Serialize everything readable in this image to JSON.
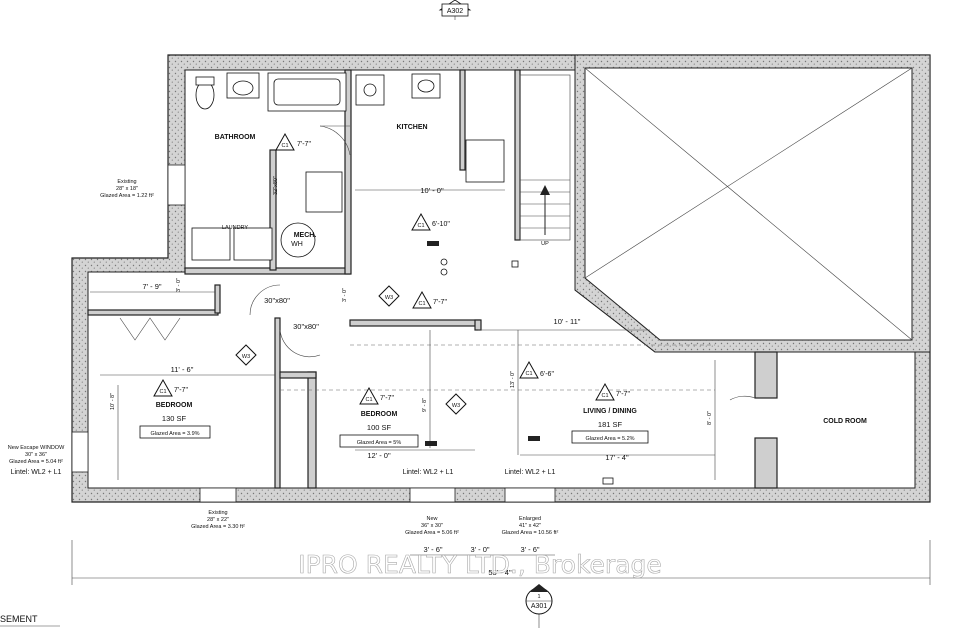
{
  "sheet": {
    "section_ref_top": "A302",
    "section_ref_bottom_num": "1",
    "section_ref_bottom_sheet": "A301",
    "view_label_partial": "SEMENT",
    "watermark": "IPRO REALTY LTD., Brokerage"
  },
  "rooms": {
    "bathroom": "BATHROOM",
    "kitchen": "KITCHEN",
    "laundry": "LAUNDRY",
    "mech": "MECH.",
    "wh": "WH",
    "bedroom1": "BEDROOM",
    "bedroom1_sf": "130 SF",
    "bedroom1_glazed": "Glazed Area = 3.9%",
    "bedroom2": "BEDROOM",
    "bedroom2_sf": "100 SF",
    "bedroom2_glazed": "Glazed Area = 5%",
    "living": "LIVING / DINING",
    "living_sf": "181 SF",
    "living_glazed": "Glazed Area = 5.2%",
    "cold_room": "COLD ROOM",
    "stair_up": "UP"
  },
  "ceiling_tags": {
    "bath": "7'-7\"",
    "kitchen": "6'-10\"",
    "hall": "7'-7\"",
    "bed1": "7'-7\"",
    "bed2": "7'-7\"",
    "living_c1": "6'-6\"",
    "living": "7'-7\"",
    "c1": "C1"
  },
  "window_tags": {
    "w3": "W3"
  },
  "dimensions": {
    "kitchen_width": "10' - 0\"",
    "closet_width": "7' - 9\"",
    "closet_depth": "3' - 0\"",
    "door1": "30\"x80\"",
    "door2": "30\"x80\"",
    "door_mech": "32\"x80\"",
    "hall_depth": "3' - 0\"",
    "living_top": "10' - 11\"",
    "bed1_width": "11' - 6\"",
    "bed1_height": "10' - 8\"",
    "bed2_height": "9' - 8\"",
    "bed2_width": "12' - 0\"",
    "living_height": "13' - 0\"",
    "living_width": "17' - 4\"",
    "cold_room_height": "8' - 0\"",
    "bottom_a": "3' - 6\"",
    "bottom_b": "3' - 0\"",
    "bottom_c": "3' - 6\"",
    "overall": "53' - 4\""
  },
  "notes": {
    "existing_top": [
      "Existing",
      "28\" x 18\"",
      "Glazed Area = 1.22 ft²"
    ],
    "new_escape": [
      "New Escape WINDOW",
      "30\" x 36\"",
      "Glazed Area = 5.04 ft²"
    ],
    "lintel_left": "Lintel: WL2 + L1",
    "lintel_bed2": "Lintel: WL2 + L1",
    "lintel_living": "Lintel: WL2 + L1",
    "existing_bottom": [
      "Existing",
      "28\" x 22\"",
      "Glazed Area = 3.30 ft²"
    ],
    "new_bottom": [
      "New",
      "36\" x 30\"",
      "Glazed Area = 5.06 ft²"
    ],
    "enlarged_bottom": [
      "Enlarged",
      "41\" x 42\"",
      "Glazed Area = 10.56 ft²"
    ]
  }
}
